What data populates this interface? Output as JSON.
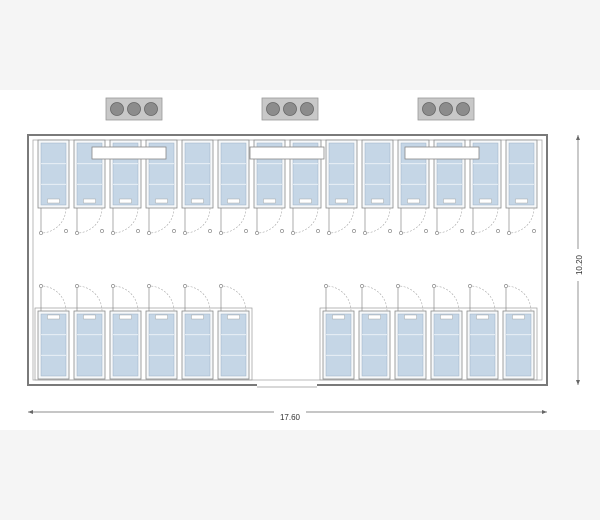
{
  "plan": {
    "width_label": "17.60",
    "height_label": "10.20"
  },
  "condenser_units": {
    "count": 3,
    "fans_per_unit": 3
  },
  "top_row": {
    "door_count": 14,
    "evaporator_count": 3
  },
  "bottom_left_group": {
    "door_count": 6
  },
  "bottom_right_group": {
    "door_count": 6
  },
  "colors": {
    "glass": "#c5d6e6",
    "wall": "#7a7a7a",
    "condenser_body": "#c8c8c8",
    "fan": "#8c8c8c",
    "background": "#ffffff",
    "page": "#f5f5f5"
  }
}
